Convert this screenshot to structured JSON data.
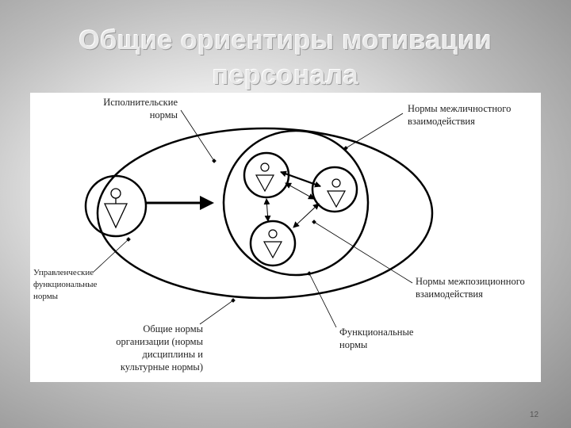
{
  "title": {
    "line1": "Общие ориентиры мотивации",
    "line2": "персонала"
  },
  "diagram": {
    "labels": {
      "executive_norms": "Исполнительские\nнормы",
      "interpersonal_norms": "Нормы межличностного\nвзаимодействия",
      "managerial_norms": "Управленческие\nфункциональные\nнормы",
      "interpositional_norms": "Нормы межпозиционного\nвзаимодействия",
      "general_norms": "Общие нормы\nорганизации (нормы\nдисциплины и\nкультурные нормы)",
      "functional_norms": "Функциональные\nнормы"
    }
  },
  "page_number": "12"
}
